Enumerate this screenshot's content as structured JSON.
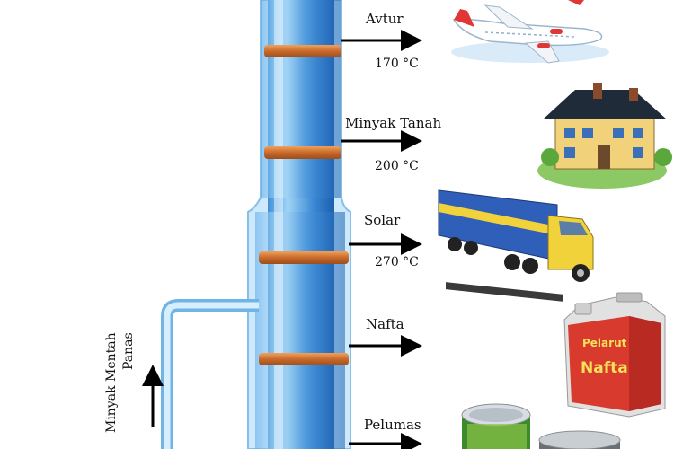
{
  "diagram": {
    "outputs": [
      {
        "name": "Avtur",
        "temp": "170 °C",
        "icon": "airplane-icon"
      },
      {
        "name": "Minyak Tanah",
        "temp": "200 °C",
        "icon": "house-icon"
      },
      {
        "name": "Solar",
        "temp": "270 °C",
        "icon": "truck-icon"
      },
      {
        "name": "Nafta",
        "temp": "",
        "icon": "solvent-can-icon"
      },
      {
        "name": "Pelumas",
        "temp": "",
        "icon": "lubricant-cans-icon"
      }
    ],
    "input_label_line1": "Minyak Mentah",
    "input_label_line2": "Panas",
    "can_label_top": "Pelarut",
    "can_label_bottom": "Nafta",
    "colors": {
      "column": "#3b86d6",
      "column_light": "#9cd2f4",
      "band": "#d9823a",
      "arrow": "#000000",
      "pipe": "#8cc8ee"
    }
  }
}
